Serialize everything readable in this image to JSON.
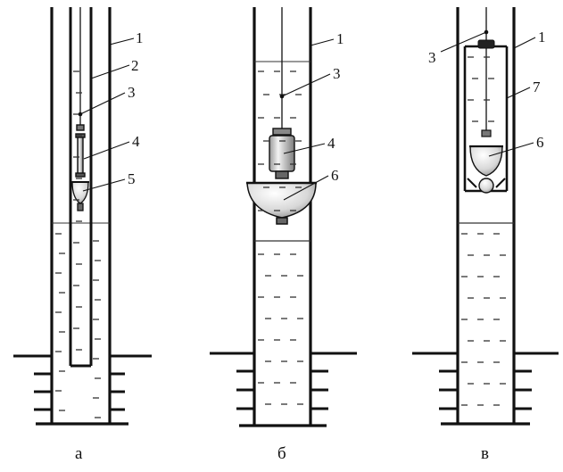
{
  "figure": {
    "panels": [
      {
        "caption": "а",
        "labels": [
          "1",
          "2",
          "3",
          "4",
          "5"
        ]
      },
      {
        "caption": "б",
        "labels": [
          "1",
          "3",
          "4",
          "6"
        ]
      },
      {
        "caption": "в",
        "labels": [
          "1",
          "3",
          "7",
          "6"
        ]
      }
    ]
  },
  "colors": {
    "ink": "#111111",
    "liquid_dash": "#333333",
    "background": "#ffffff"
  }
}
